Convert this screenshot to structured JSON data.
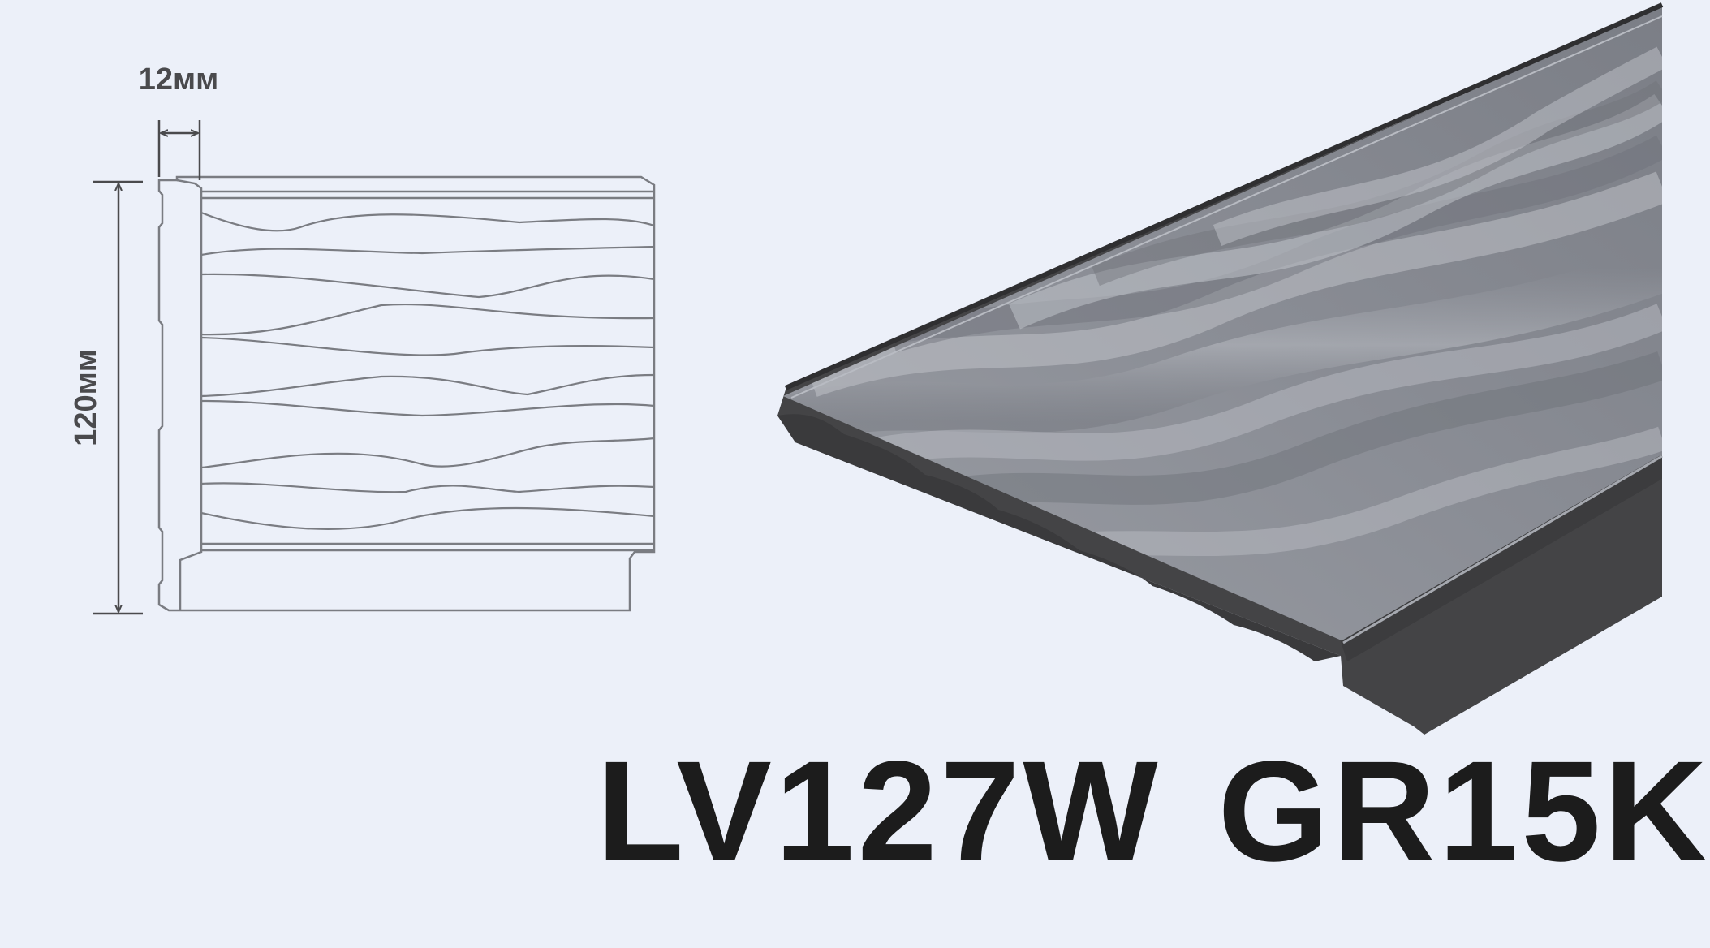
{
  "drawing": {
    "thickness_label": "12мм",
    "height_label": "120мм"
  },
  "product": {
    "model": "LV127W",
    "color_code": "GR15K"
  },
  "colors": {
    "background": "#ecf0f9",
    "line": "#7a7c82",
    "panel_dark": "#444446",
    "panel_surface": "#8f929a",
    "text": "#1c1c1c"
  }
}
